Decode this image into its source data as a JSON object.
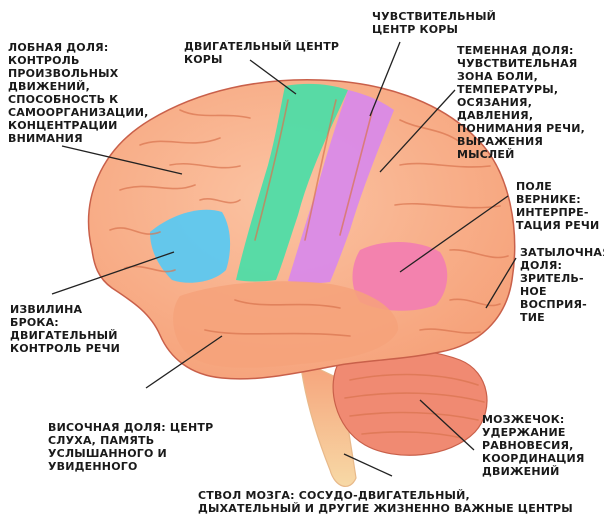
{
  "colors": {
    "cortex": "#f6a27a",
    "cortex_light": "#fbc3a2",
    "fold": "#d9744f",
    "motor_cortex": "#4fdca6",
    "sensory_cortex": "#d98ae8",
    "broca_area": "#5cc8f0",
    "wernicke_area": "#f27fb0",
    "cerebellum": "#f08a72",
    "brainstem": "#f7d9a6",
    "leader_line": "#222222"
  },
  "labels": {
    "frontal_lobe": [
      "ЛОБНАЯ ДОЛЯ:",
      "КОНТРОЛЬ",
      "ПРОИЗВОЛЬНЫХ",
      "ДВИЖЕНИЙ,",
      "СПОСОБНОСТЬ К",
      "САМООРГАНИЗАЦИИ,",
      "КОНЦЕНТРАЦИИ",
      "ВНИМАНИЯ"
    ],
    "motor_cortex": [
      "ДВИГАТЕЛЬНЫЙ ЦЕНТР",
      "КОРЫ"
    ],
    "sensory_cortex": [
      "ЧУВСТВИТЕЛЬНЫЙ",
      "ЦЕНТР КОРЫ"
    ],
    "parietal_lobe": [
      "ТЕМЕННАЯ ДОЛЯ:",
      "ЧУВСТВИТЕЛЬНАЯ",
      "ЗОНА БОЛИ,",
      "ТЕМПЕРАТУРЫ,",
      "ОСЯЗАНИЯ,",
      "ДАВЛЕНИЯ,",
      "ПОНИМАНИЯ РЕЧИ,",
      "ВЫРАЖЕНИЯ",
      "МЫСЛЕЙ"
    ],
    "wernicke_area": [
      "ПОЛЕ",
      "ВЕРНИКЕ:",
      "ИНТЕРПРЕ-",
      "ТАЦИЯ РЕЧИ"
    ],
    "occipital_lobe": [
      "ЗАТЫЛОЧНАЯ",
      "ДОЛЯ:",
      "ЗРИТЕЛЬ-",
      "НОЕ",
      "ВОСПРИЯ-",
      "ТИЕ"
    ],
    "broca_area": [
      "ИЗВИЛИНА",
      "БРОКА:",
      "ДВИГАТЕЛЬНЫЙ",
      "КОНТРОЛЬ РЕЧИ"
    ],
    "temporal_lobe": [
      "ВИСОЧНАЯ ДОЛЯ: ЦЕНТР",
      "СЛУХА, ПАМЯТЬ",
      "УСЛЫШАННОГО И",
      "УВИДЕННОГО"
    ],
    "cerebellum": [
      "МОЗЖЕЧОК:",
      "УДЕРЖАНИЕ",
      "РАВНОВЕСИЯ,",
      "КООРДИНАЦИЯ",
      "ДВИЖЕНИЙ"
    ],
    "brainstem": [
      "СТВОЛ МОЗГА: СОСУДО-ДВИГАТЕЛЬНЫЙ,",
      "ДЫХАТЕЛЬНЫЙ И ДРУГИЕ ЖИЗНЕННО ВАЖНЫЕ ЦЕНТРЫ"
    ]
  }
}
